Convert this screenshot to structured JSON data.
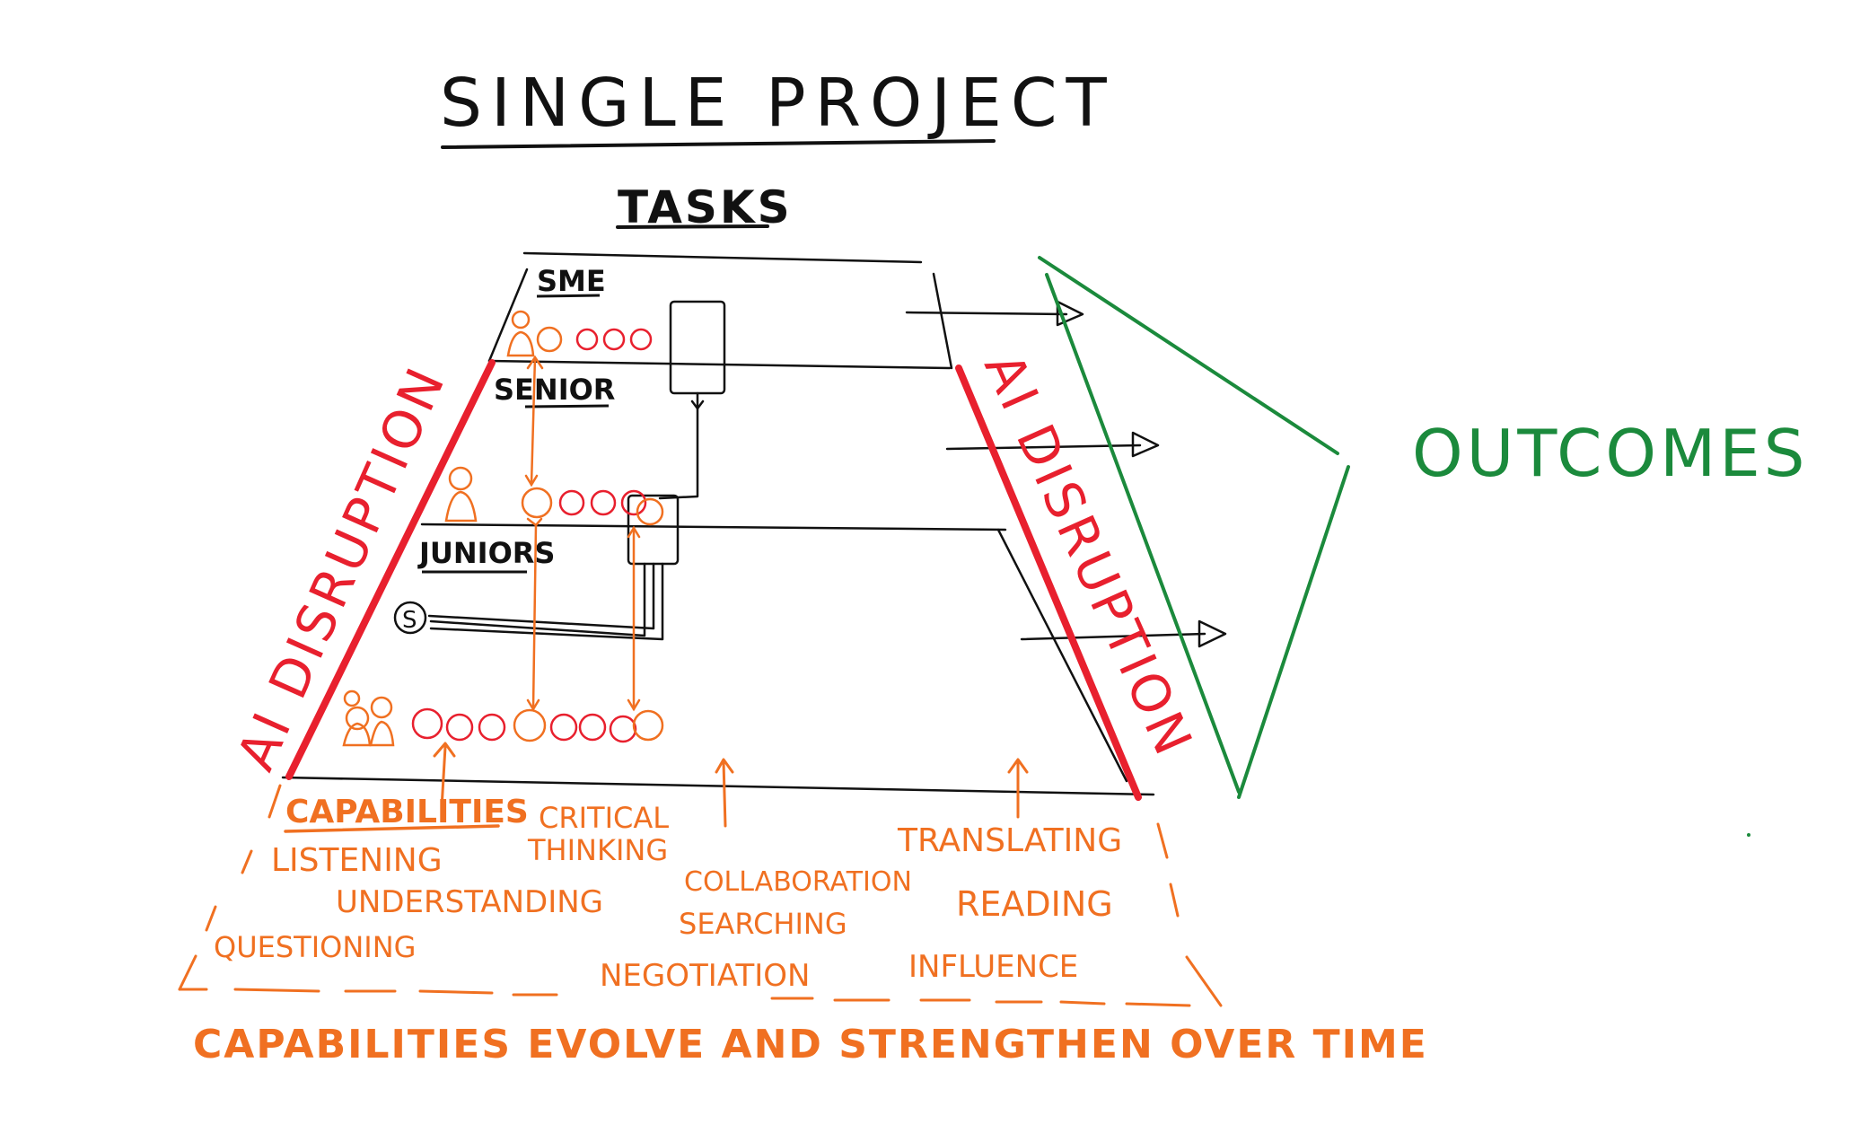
{
  "title": "SINGLE PROJECT",
  "tasks_label": "TASKS",
  "levels": {
    "sme": "SME",
    "senior": "SENIOR",
    "juniors": "JUNIORS"
  },
  "s_badge": "S",
  "ai_disruption_left": "AI DISRUPTION",
  "ai_disruption_right": "AI DISRUPTION",
  "outcomes": "OUTCOMES",
  "capabilities": {
    "heading": "CAPABILITIES",
    "items": {
      "listening": "LISTENING",
      "critical_thinking_1": "CRITICAL",
      "critical_thinking_2": "THINKING",
      "translating": "TRANSLATING",
      "understanding": "UNDERSTANDING",
      "collaboration": "COLLABORATION",
      "reading": "READING",
      "searching": "SEARCHING",
      "questioning": "QUESTIONING",
      "negotiation": "NEGOTIATION",
      "influence": "INFLUENCE"
    },
    "footer": "CAPABILITIES EVOLVE AND STRENGTHEN OVER TIME"
  },
  "colors": {
    "ink": "#111111",
    "red": "#e8202e",
    "orange": "#f07021",
    "green": "#1b8a3c"
  }
}
